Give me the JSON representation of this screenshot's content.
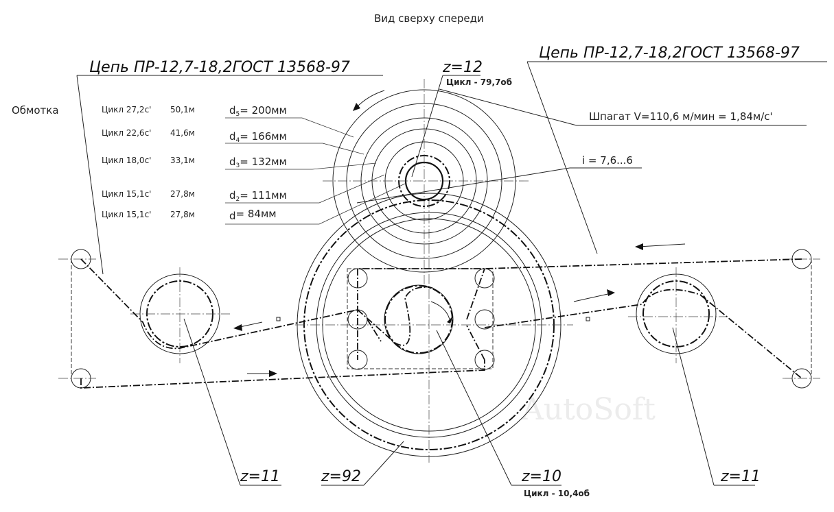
{
  "title": "Вид сверху спереди",
  "chain_left": "Цепь ПР-12,7-18,2ГОСТ 13568-97",
  "chain_right": "Цепь ПР-12,7-18,2ГОСТ 13568-97",
  "winding_label": "Обмотка",
  "cycles": [
    {
      "cycle": "Цикл 27,2с'",
      "length": "50,1м",
      "d_base": "d",
      "d_sub": "5",
      "d_rest": "= 200мм"
    },
    {
      "cycle": "Цикл 22,6с'",
      "length": "41,6м",
      "d_base": "d",
      "d_sub": "4",
      "d_rest": "= 166мм"
    },
    {
      "cycle": "Цикл 18,0с'",
      "length": "33,1м",
      "d_base": "d",
      "d_sub": "3",
      "d_rest": "= 132мм"
    },
    {
      "cycle": "Цикл 15,1с'",
      "length": "27,8м",
      "d_base": "d",
      "d_sub": "2",
      "d_rest": "= 111мм"
    },
    {
      "cycle": "Цикл 15,1с'",
      "length": "27,8м",
      "d_base": "d",
      "d_sub": "",
      "d_rest": "= 84мм"
    }
  ],
  "top_sprocket": {
    "z": "z=12",
    "cycle": "Цикл - 79,7об"
  },
  "twine": "Шпагат V=110,6 м/мин = 1,84м/с'",
  "ratio": "i = 7,6...6",
  "bottom_labels": {
    "left_z": "z=11",
    "big_z": "z=92",
    "mid_z": "z=10",
    "mid_cycle": "Цикл - 10,4об",
    "right_z": "z=11"
  },
  "watermark": "AutoSoft"
}
